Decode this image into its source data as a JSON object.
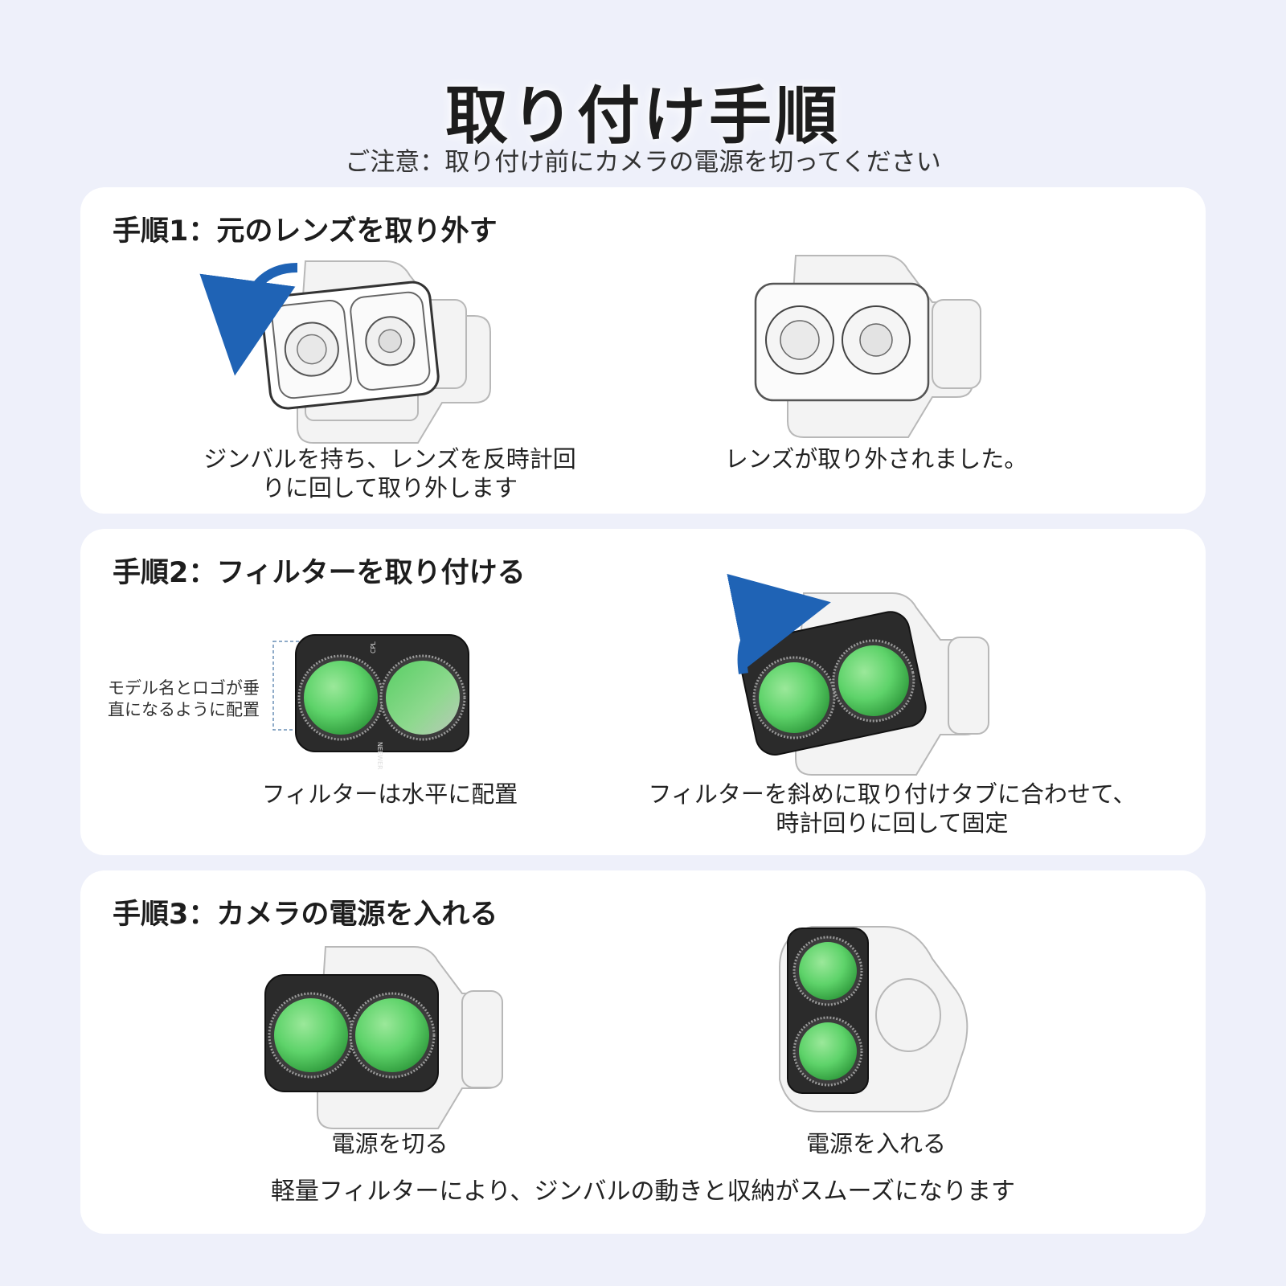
{
  "header": {
    "title": "取り付け手順",
    "subtitle": "ご注意：取り付け前にカメラの電源を切ってください"
  },
  "steps": [
    {
      "title": "手順1：元のレンズを取り外す",
      "captions": [
        "ジンバルを持ち、レンズを反時計回りに回して取り外します",
        "レンズが取り外されました。"
      ]
    },
    {
      "title": "手順2：フィルターを取り付ける",
      "note": "モデル名とロゴが垂直になるように配置",
      "captions": [
        "フィルターは水平に配置",
        "フィルターを斜めに取り付けタブに合わせて、時計回りに回して固定"
      ]
    },
    {
      "title": "手順3：カメラの電源を入れる",
      "captions": [
        "電源を切る",
        "電源を入れる"
      ],
      "footer": "軽量フィルターにより、ジンバルの動きと収納がスムーズになります"
    }
  ],
  "filter_labels": {
    "cpl": "CPL",
    "brand": "NEEWER"
  },
  "colors": {
    "background": "#eef0fa",
    "card": "#ffffff",
    "filter_glass": "#5ed36a",
    "filter_frame": "#2b2b2b",
    "arrow": "#1f63b5"
  }
}
